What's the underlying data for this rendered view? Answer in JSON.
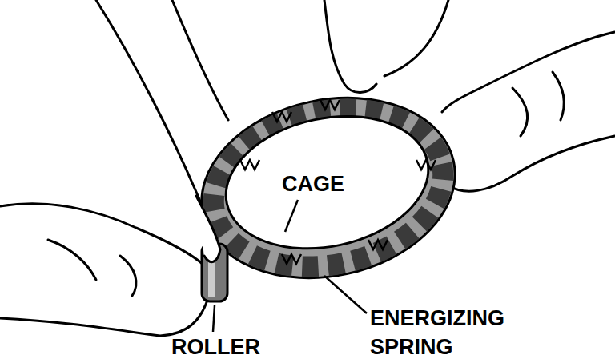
{
  "diagram": {
    "labels": [
      "CAGE",
      "ROLLER",
      "ENERGIZING SPRING"
    ]
  }
}
